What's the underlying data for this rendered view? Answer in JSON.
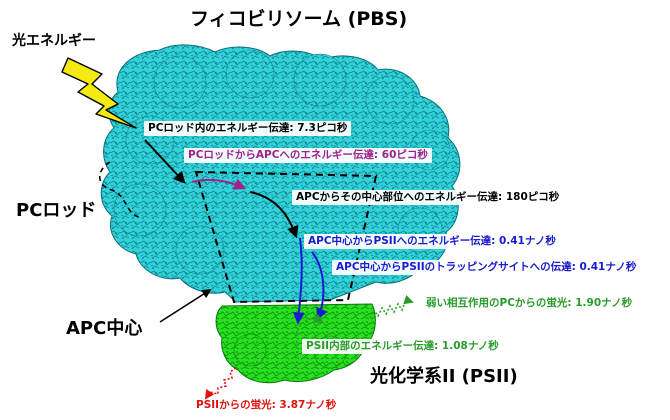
{
  "title": "フィコビリソーム (PBS)",
  "light_energy": "光エネルギー",
  "pc_rod": "PCロッド",
  "apc_core": "APC中心",
  "psii": "光化学系II (PSII)",
  "transfers": {
    "pc_internal": "PCロッド内のエネルギー伝達: 7.3ピコ秒",
    "pc_to_apc": "PCロッドからAPCへのエネルギー伝達: 60ピコ秒",
    "apc_to_center": "APCからその中心部位へのエネルギー伝達: 180ピコ秒",
    "apc_to_psii": "APC中心からPSIIへのエネルギー伝達: 0.41ナノ秒",
    "apc_to_trap": "APC中心からPSIIのトラッピングサイトへの伝達: 0.41ナノ秒",
    "weak_pc_fluor": "弱い相互作用のPCからの蛍光: 1.90ナノ秒",
    "psii_internal": "PSII内部のエネルギー伝達: 1.08ナノ秒",
    "psii_fluor": "PSIIからの蛍光: 3.87ナノ秒"
  },
  "colors": {
    "pbs": "#2fd0d8",
    "pbs_dark": "#0b6f78",
    "psii": "#22e01e",
    "psii_dark": "#0b7a0a",
    "bolt": "#f2ea10",
    "magenta": "#a0208c",
    "blue": "#1a1ad0",
    "green_text": "#2a9a2a",
    "red": "#e01010"
  }
}
